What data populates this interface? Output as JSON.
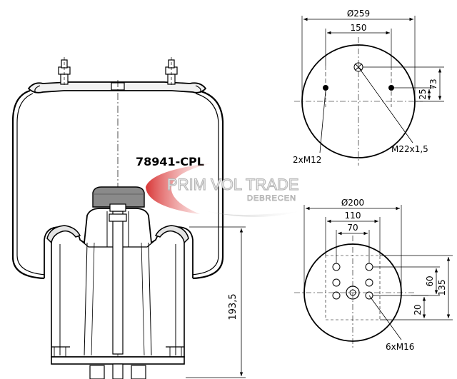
{
  "part_number": "78941-CPL",
  "watermark": {
    "brand": "PRIM VOL TRADE",
    "city": "DEBRECEN"
  },
  "top_view": {
    "diameter": "Ø259",
    "bolt_spacing": "150",
    "offset_73": "73",
    "offset_25": "25",
    "stud_callout": "2xM12",
    "air_fitting_callout": "M22x1,5"
  },
  "bottom_view": {
    "diameter": "Ø200",
    "width_110": "110",
    "width_70": "70",
    "height_60": "60",
    "height_135": "135",
    "offset_20": "20",
    "hole_callout": "6xM16"
  },
  "side_view": {
    "piston_height": "193,5"
  }
}
